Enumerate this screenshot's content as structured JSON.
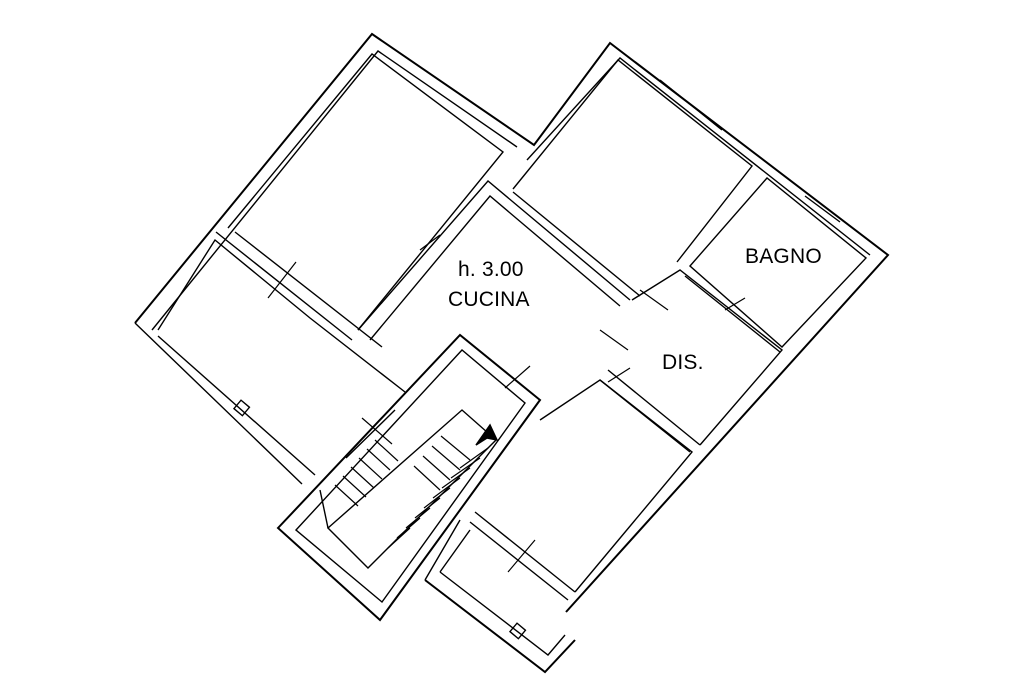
{
  "rooms": {
    "kitchen": {
      "height_label": "h. 3.00",
      "name": "CUCINA"
    },
    "bathroom": {
      "name": "BAGNO"
    },
    "hallway": {
      "name": "DIS."
    }
  },
  "colors": {
    "line": "#000000",
    "background": "#ffffff"
  },
  "icons": {
    "north_arrow": "north-arrow-icon"
  }
}
